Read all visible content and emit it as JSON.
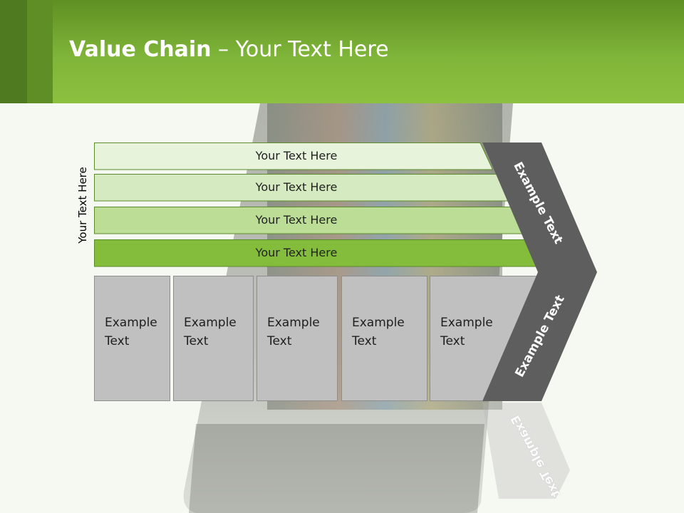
{
  "slide": {
    "title_bold": "Value Chain",
    "title_rest": " – Your Text Here",
    "side_label": "Your Text Here"
  },
  "bars": [
    {
      "label": "Your Text Here",
      "color": "#e8f3dc"
    },
    {
      "label": "Your Text Here",
      "color": "#d5eac0"
    },
    {
      "label": "Your Text Here",
      "color": "#bcdd95"
    },
    {
      "label": "Your Text Here",
      "color": "#84bd3c"
    }
  ],
  "boxes": [
    {
      "line1": "Example",
      "line2": "Text"
    },
    {
      "line1": "Example",
      "line2": "Text"
    },
    {
      "line1": "Example",
      "line2": "Text"
    },
    {
      "line1": "Example",
      "line2": "Text"
    },
    {
      "line1": "Example",
      "line2": "Text"
    }
  ],
  "chevron": {
    "top_label": "Example Text",
    "bottom_label": "Example Text",
    "color": "#5e5e5e"
  },
  "colors": {
    "header_green": "#7fb539",
    "box_gray": "#c0c0c0"
  }
}
